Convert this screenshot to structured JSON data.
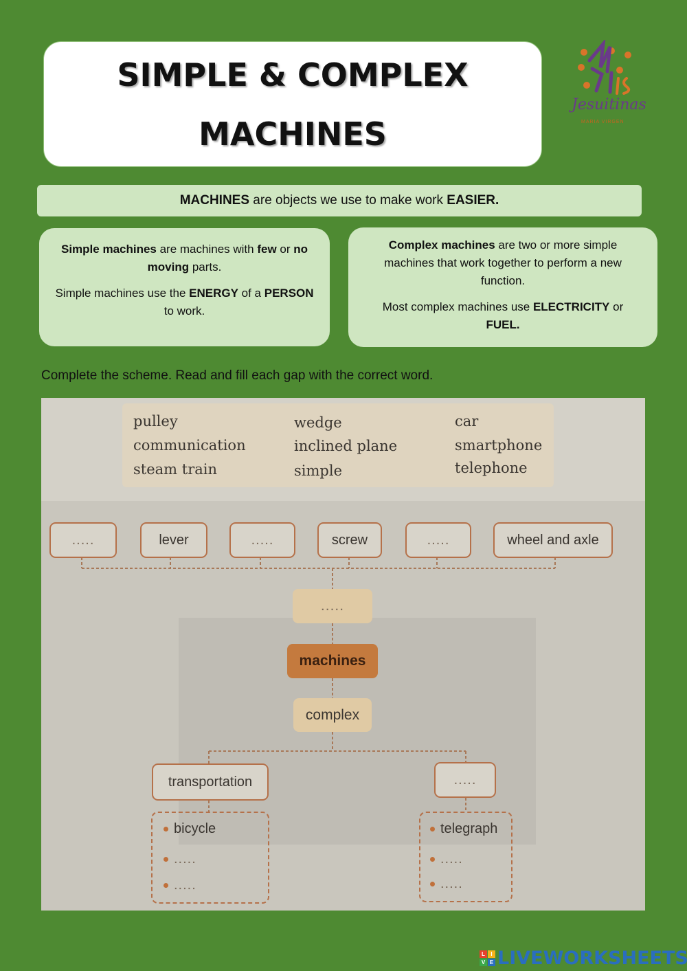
{
  "title": {
    "line1": "SIMPLE & COMPLEX",
    "line2": "MACHINES"
  },
  "logo": {
    "script": "Jesuitinas",
    "sub": "MARIA VIRGEN",
    "mark": "jls"
  },
  "banner": {
    "bold1": "MACHINES",
    "text1": " are objects we use to make work ",
    "bold2": "EASIER."
  },
  "simple_card": {
    "p1_b1": "Simple machines",
    "p1_t1": " are machines with ",
    "p1_b2": "few",
    "p1_t2": " or ",
    "p1_b3": "no moving",
    "p1_t3": " parts.",
    "p2_t1": "Simple machines use the ",
    "p2_b1": "ENERGY",
    "p2_t2": " of a ",
    "p2_b2": "PERSON",
    "p2_t3": " to work."
  },
  "complex_card": {
    "p1_b1": "Complex machines",
    "p1_t1": " are two or more simple machines that work together to perform a new function.",
    "p2_t1": "Most complex machines use ",
    "p2_b1": "ELECTRICITY",
    "p2_t2": " or ",
    "p2_b2": "FUEL."
  },
  "instruction": "Complete the scheme. Read and fill each gap with the correct word.",
  "word_bank": [
    [
      "pulley",
      "communication",
      "steam train"
    ],
    [
      "wedge",
      "inclined plane",
      "simple"
    ],
    [
      "car",
      "smartphone",
      "telephone"
    ]
  ],
  "scheme": {
    "simple_row": [
      ".....",
      "lever",
      ".....",
      "screw",
      ".....",
      "wheel and axle"
    ],
    "simple_gap": ".....",
    "center": "machines",
    "complex": "complex",
    "branch_left": "transportation",
    "branch_right": ".....",
    "left_list": [
      "bicycle",
      ".....",
      "....."
    ],
    "right_list": [
      "telegraph",
      ".....",
      "....."
    ]
  },
  "footer": {
    "brand": "LIVEWORKSHEETS",
    "icon_letters": [
      "L",
      "I",
      "V",
      "E"
    ]
  },
  "colors": {
    "background": "#4e8a32",
    "card": "#cfe6c1",
    "box_border": "#b5714a",
    "machines_box": "#c47a3e",
    "brand_blue": "#2a6ebf"
  }
}
